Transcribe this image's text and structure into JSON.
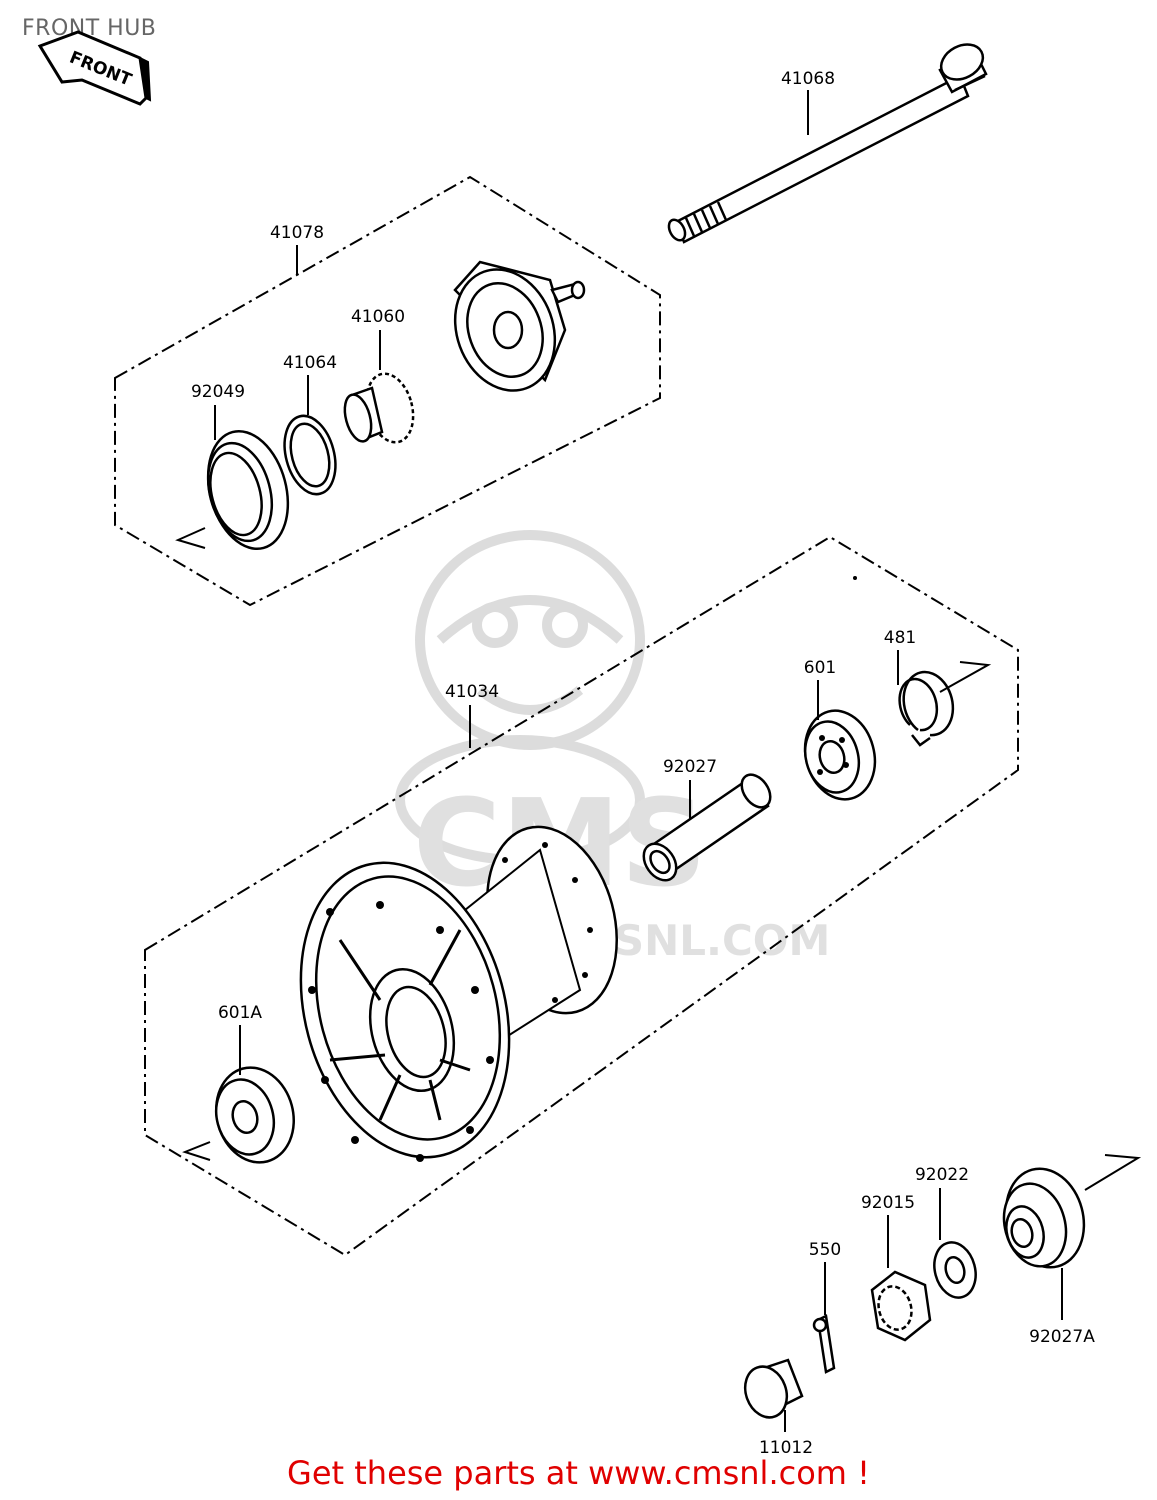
{
  "header": {
    "title": "FRONT HUB"
  },
  "front_arrow": {
    "label": "FRONT"
  },
  "watermark": {
    "text": "CMS",
    "url_text": "WWW.CMSNL.COM"
  },
  "parts": [
    {
      "id": "p41068",
      "number": "41068"
    },
    {
      "id": "p41078",
      "number": "41078"
    },
    {
      "id": "p41060",
      "number": "41060"
    },
    {
      "id": "p41064",
      "number": "41064"
    },
    {
      "id": "p92049",
      "number": "92049"
    },
    {
      "id": "p41034",
      "number": "41034"
    },
    {
      "id": "p601",
      "number": "601"
    },
    {
      "id": "p481",
      "number": "481"
    },
    {
      "id": "p92027",
      "number": "92027"
    },
    {
      "id": "p601A",
      "number": "601A"
    },
    {
      "id": "p92022",
      "number": "92022"
    },
    {
      "id": "p92015",
      "number": "92015"
    },
    {
      "id": "p550",
      "number": "550"
    },
    {
      "id": "p92027A",
      "number": "92027A"
    },
    {
      "id": "p11012",
      "number": "11012"
    }
  ],
  "footer": {
    "cta": "Get these parts at www.cmsnl.com !"
  },
  "colors": {
    "ink": "#000000",
    "title": "#666666",
    "cta": "#e00000",
    "watermark": "#d9d9d9"
  }
}
